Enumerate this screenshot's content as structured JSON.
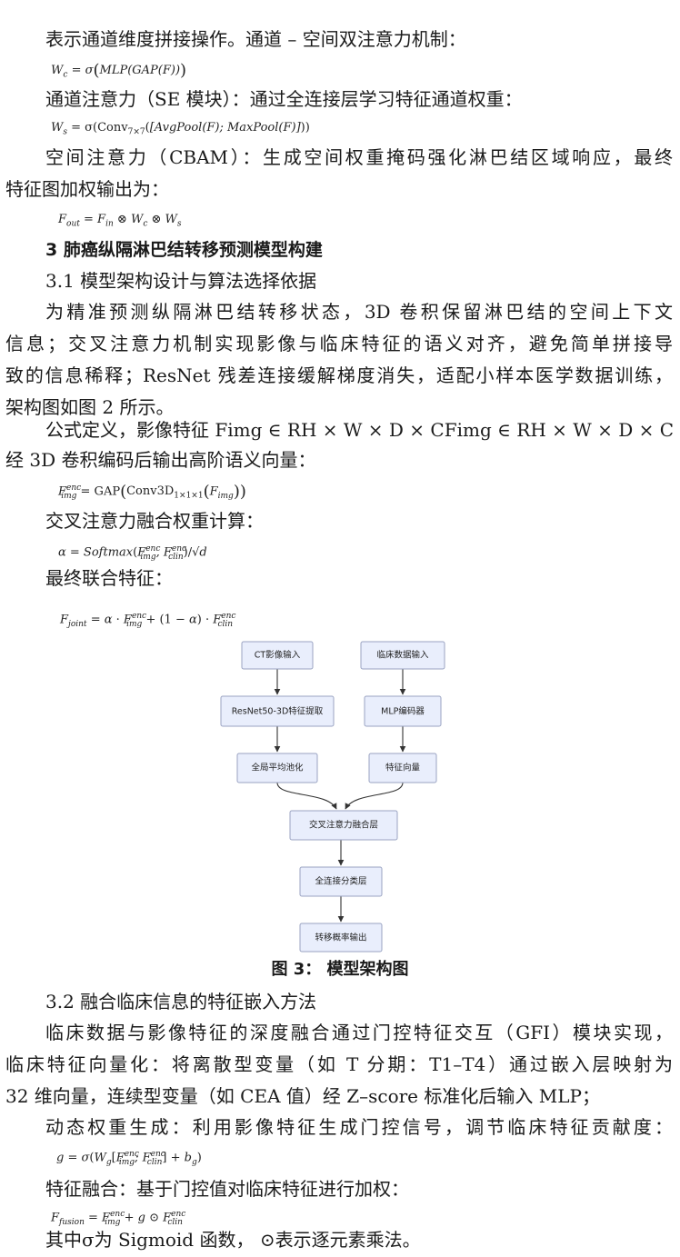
{
  "lines": {
    "l1": "表示通道维度拼接操作。通道 – 空间双注意力机制：",
    "l2": "通道注意力（SE 模块）：通过全连接层学习特征通道权重：",
    "l3": "空间注意力（CBAM）：生成空间权重掩码强化淋巴结区域响应，最终",
    "l4": "特征图加权输出为：",
    "h3": "3 肺癌纵隔淋巴结转移预测模型构建",
    "s31": "3.1 模型架构设计与算法选择依据",
    "p1a": "为精准预测纵隔淋巴结转移状态，3D 卷积保留淋巴结的空间上下文",
    "p1b": "信息；交叉注意力机制实现影像与临床特征的语义对齐，避免简单拼接导",
    "p1c": "致的信息稀释；ResNet 残差连接缓解梯度消失，适配小样本医学数据训练，",
    "p1d": "架构图如图 2 所示。",
    "p2a": "公式定义，影像特征 Fimg ∈ RH × W × D × CFimg ∈ RH × W × D × C",
    "p2b": "经 3D 卷积编码后输出高阶语义向量：",
    "p3": "交叉注意力融合权重计算：",
    "p4": "最终联合特征：",
    "caption": "图 3： 模型架构图",
    "s32": "3.2 融合临床信息的特征嵌入方法",
    "p5a": "临床数据与影像特征的深度融合通过门控特征交互（GFI）模块实现，",
    "p5b": "临床特征向量化：将离散型变量（如 T 分期：T1–T4）通过嵌入层映射为",
    "p5c": "32 维向量，连续型变量（如 CEA 值）经 Z–score 标准化后输入 MLP；",
    "p6": "动态权重生成：利用影像特征生成门控信号，调节临床特征贡献度：",
    "p7": "特征融合：基于门控值对临床特征进行加权：",
    "p8": "其中σ为 Sigmoid 函数， ⊙表示逐元素乘法。"
  },
  "diagram": {
    "nodes": {
      "ct_input": "CT影像输入",
      "clinical_input": "临床数据输入",
      "resnet": "ResNet50-3D特征提取",
      "mlp_encoder": "MLP编码器",
      "gap": "全局平均池化",
      "feature_vector": "特征向量",
      "cross_attention": "交叉注意力融合层",
      "fc": "全连接分类层",
      "output": "转移概率输出"
    },
    "colors": {
      "fill": "#e9eefc",
      "stroke": "#9aa3c2",
      "arrow": "#333333"
    }
  }
}
